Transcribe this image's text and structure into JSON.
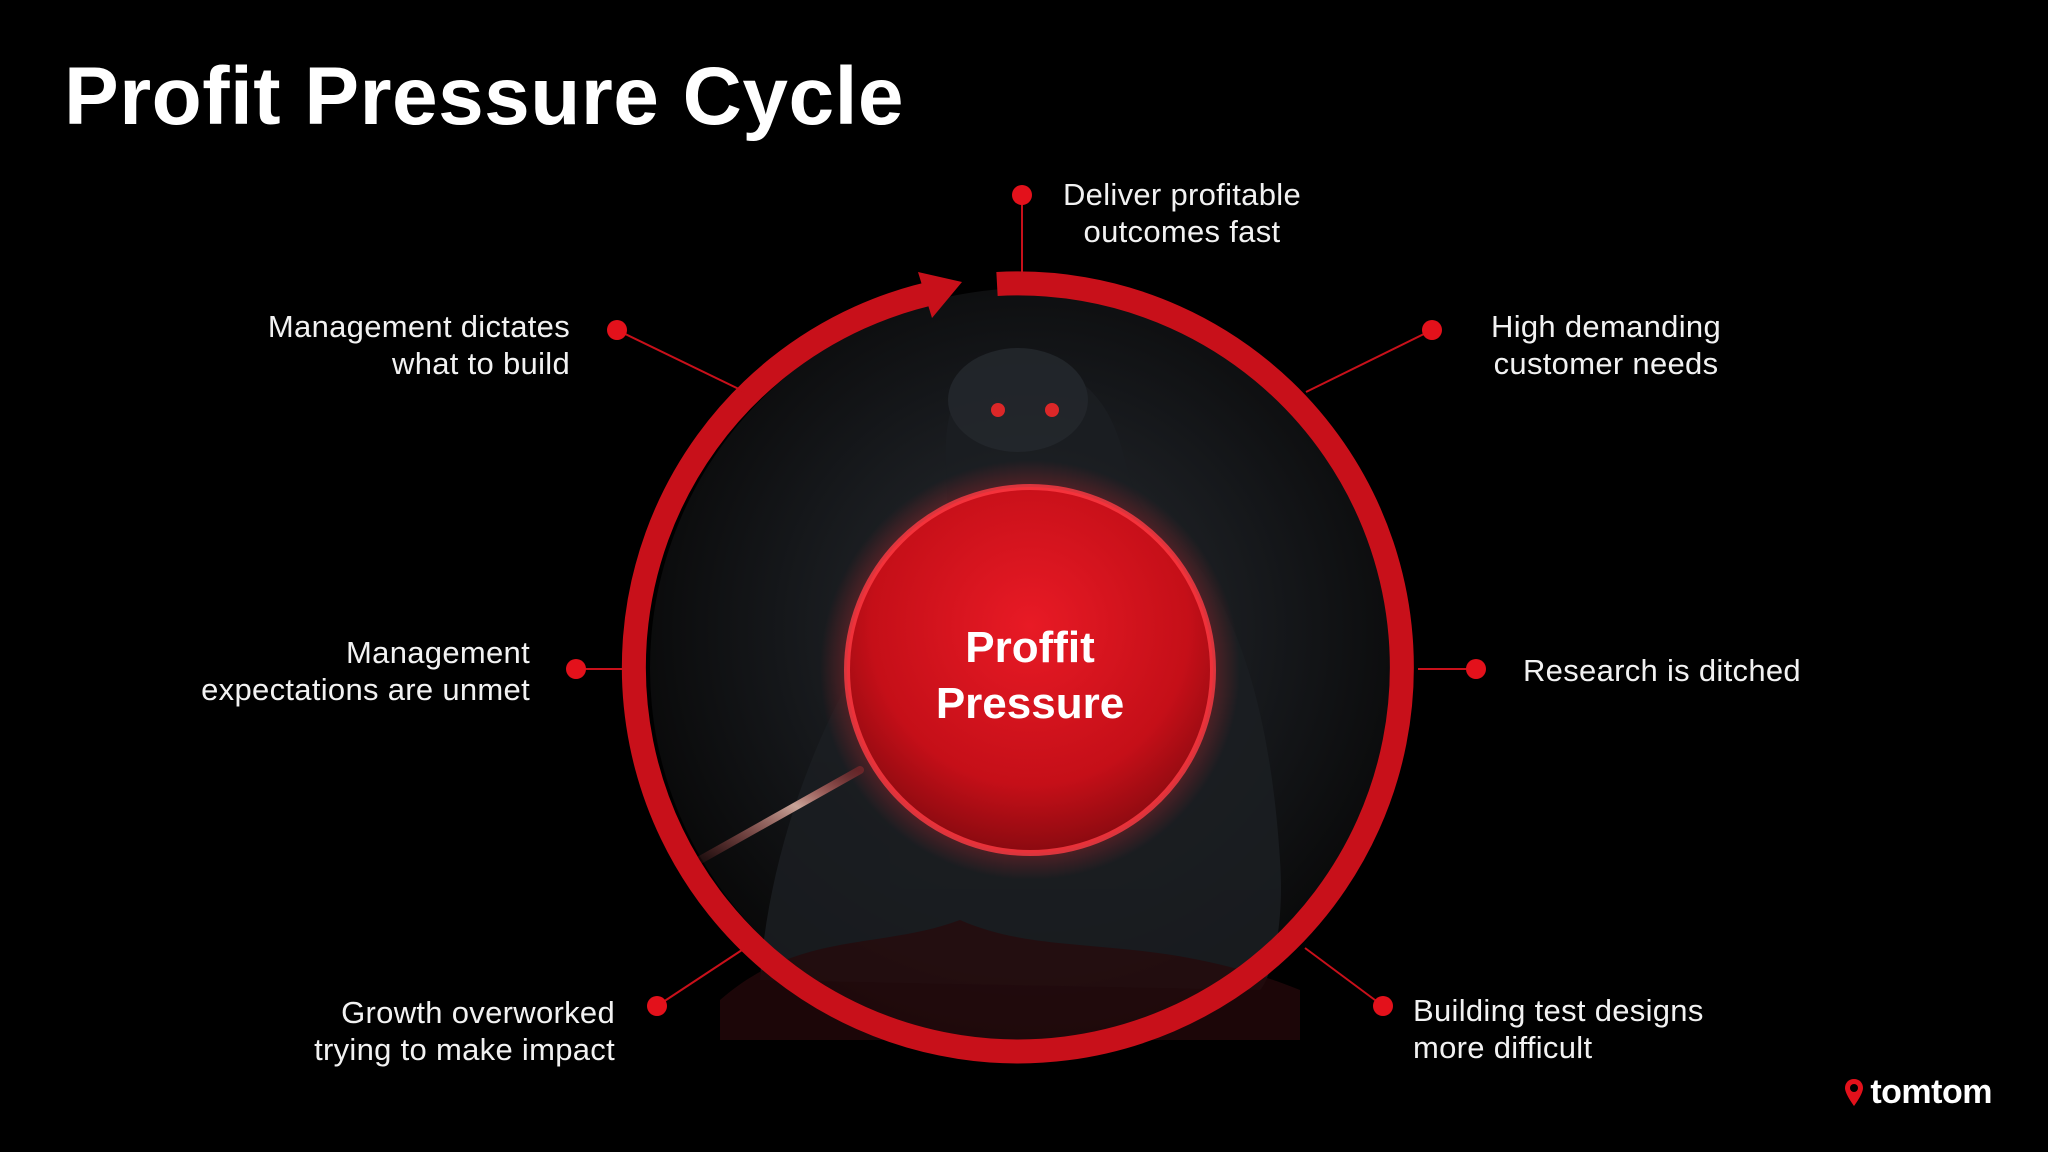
{
  "slide": {
    "title": "Profit Pressure Cycle"
  },
  "center": {
    "line1": "Proffit",
    "line2": "Pressure"
  },
  "nodes": [
    {
      "id": "top",
      "lines": [
        "Deliver profitable",
        "outcomes fast"
      ]
    },
    {
      "id": "upper-right",
      "lines": [
        "High demanding",
        "customer needs"
      ]
    },
    {
      "id": "right",
      "lines": [
        "Research is ditched"
      ]
    },
    {
      "id": "lower-right",
      "lines": [
        "Building test designs",
        "more difficult"
      ]
    },
    {
      "id": "lower-left",
      "lines": [
        "Growth overworked",
        "trying to make impact"
      ]
    },
    {
      "id": "left",
      "lines": [
        "Management",
        "expectations are unmet"
      ]
    },
    {
      "id": "upper-left",
      "lines": [
        "Management dictates",
        "what to build"
      ]
    }
  ],
  "logo": {
    "text": "tomtom"
  },
  "colors": {
    "background": "#000000",
    "accent": "#e3111b",
    "ring": "#c8101a",
    "text": "#ffffff"
  }
}
